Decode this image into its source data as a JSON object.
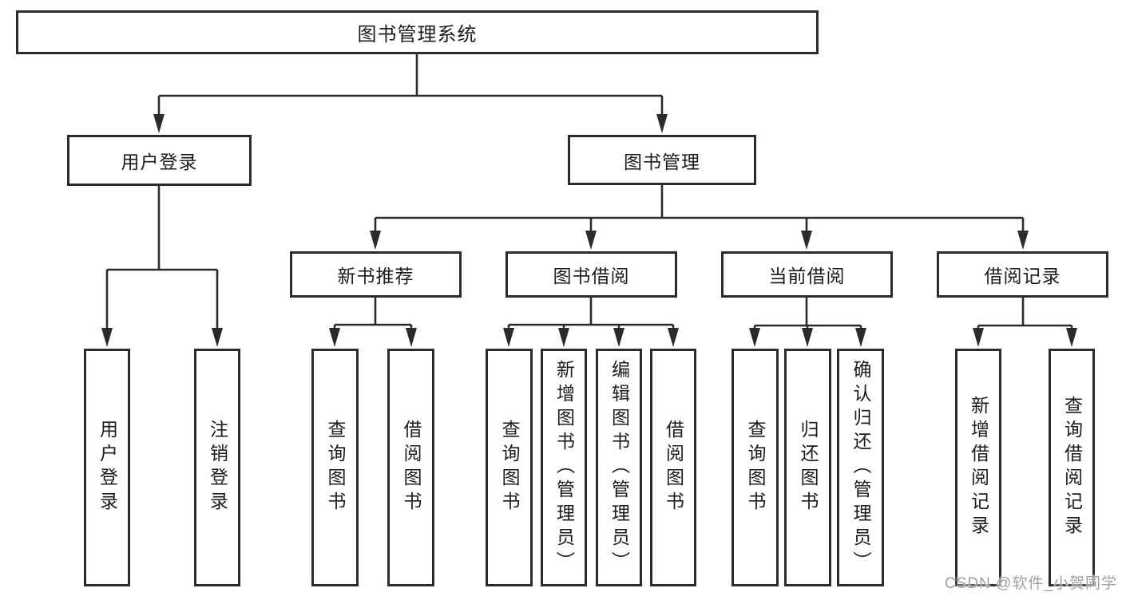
{
  "diagram": {
    "watermark": "CSDN @软件_小贺同学",
    "colors": {
      "line": "#2b2b2b",
      "box_border": "#2b2b2b",
      "box_background": "#ffffff",
      "text": "#1c1c1c",
      "watermark_text": "#a0a0a0"
    },
    "tree": {
      "root": "图书管理系统",
      "children": [
        {
          "label": "用户登录",
          "children": [
            "用户登录",
            "注销登录"
          ]
        },
        {
          "label": "图书管理",
          "children": [
            {
              "label": "新书推荐",
              "children": [
                "查询图书",
                "借阅图书"
              ]
            },
            {
              "label": "图书借阅",
              "children": [
                "查询图书",
                "新增图书（管理员）",
                "编辑图书（管理员）",
                "借阅图书"
              ]
            },
            {
              "label": "当前借阅",
              "children": [
                "查询图书",
                "归还图书",
                "确认归还（管理员）"
              ]
            },
            {
              "label": "借阅记录",
              "children": [
                "新增借阅记录",
                "查询借阅记录"
              ]
            }
          ]
        }
      ]
    }
  }
}
